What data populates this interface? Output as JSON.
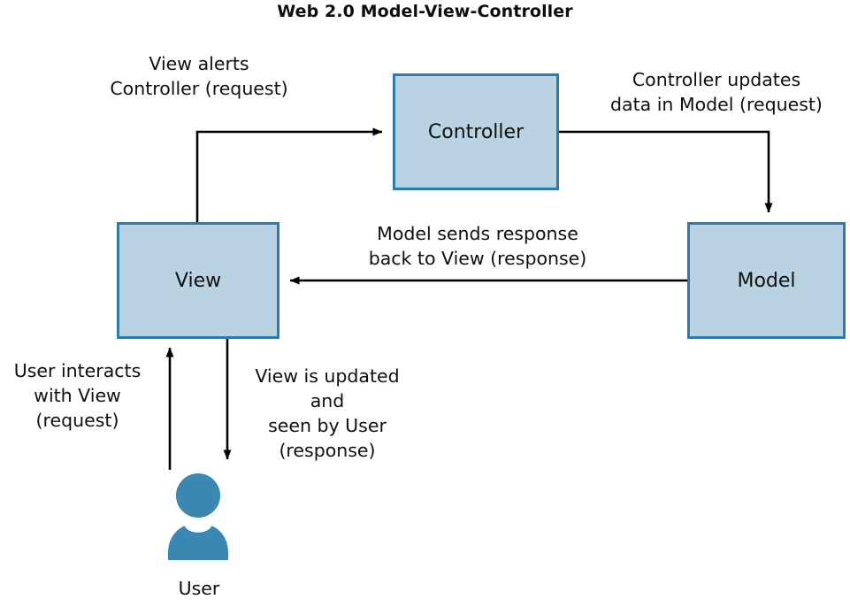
{
  "diagram": {
    "title": "Web 2.0 Model-View-Controller",
    "nodes": {
      "controller": "Controller",
      "view": "View",
      "model": "Model",
      "user": "User"
    },
    "edge_labels": {
      "view_to_controller": "View alerts\nController (request)",
      "controller_to_model": "Controller updates\ndata in Model (request)",
      "model_to_view": "Model sends response\nback to View (response)",
      "user_to_view": "User interacts\nwith View\n(request)",
      "view_to_user": "View is updated\nand\nseen by User\n(response)"
    },
    "colors": {
      "node_fill": "#b9d3e3",
      "node_border": "#2b7cab",
      "user_icon": "#3b87b3",
      "arrow": "#000000",
      "text": "#0f0f0f",
      "background": "#ffffff"
    },
    "icons": {
      "user": "person-icon"
    }
  }
}
